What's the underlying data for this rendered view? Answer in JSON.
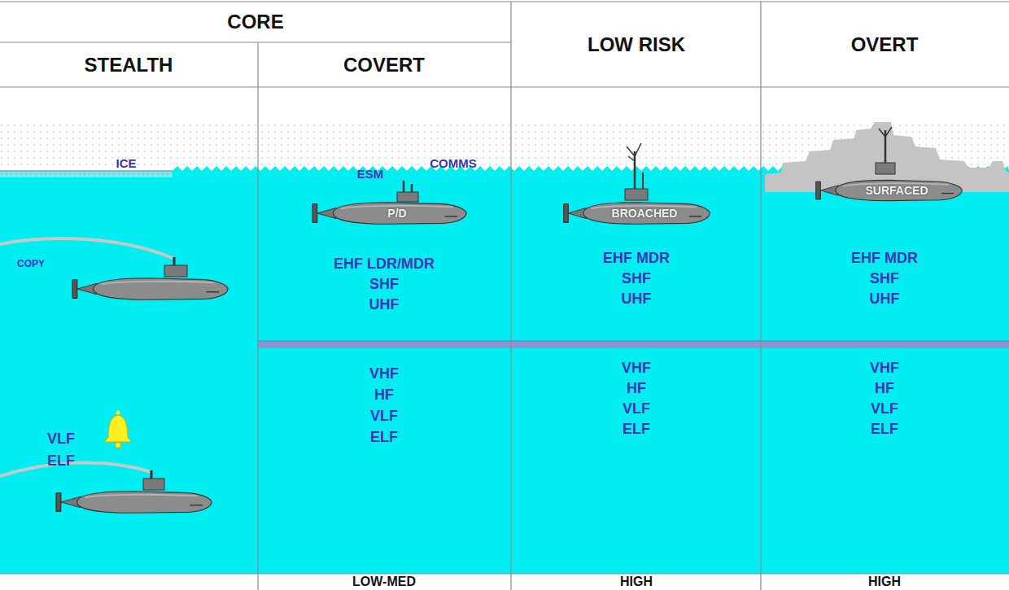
{
  "diagram": {
    "nodes": [
      {
        "text": [
          "P/D"
        ]
      },
      {
        "text": [
          "BROACHED"
        ]
      },
      {
        "text": [
          "SURFACED"
        ]
      }
    ],
    "labels": [
      "CORE",
      "LOW RISK",
      "OVERT",
      "STEALTH",
      "COVERT",
      "ICE",
      "ESM",
      "COMMS",
      "COPY",
      "EHF LDR/MDR",
      "SHF",
      "UHF",
      "EHF MDR",
      "SHF",
      "UHF",
      "EHF MDR",
      "SHF",
      "UHF",
      "VLF",
      "ELF",
      "VHF",
      "HF",
      "VLF",
      "ELF",
      "VHF",
      "HF",
      "VLF",
      "ELF",
      "VHF",
      "HF",
      "VLF",
      "ELF",
      "LOW-MED",
      "HIGH",
      "HIGH"
    ]
  }
}
